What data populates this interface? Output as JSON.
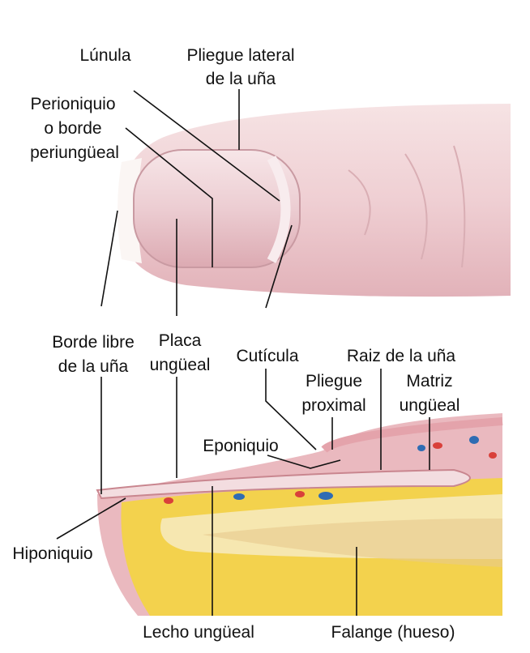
{
  "labels": {
    "lunula": "Lúnula",
    "pliegue_lateral_1": "Pliegue lateral",
    "pliegue_lateral_2": "de la uña",
    "perioniquio_1": "Perioniquio",
    "perioniquio_2": "o borde",
    "perioniquio_3": "periungüeal",
    "borde_libre_1": "Borde libre",
    "borde_libre_2": "de la uña",
    "placa_1": "Placa",
    "placa_2": "ungüeal",
    "cuticula": "Cutícula",
    "raiz": "Raiz de la uña",
    "pliegue_proximal_1": "Pliegue",
    "pliegue_proximal_2": "proximal",
    "matriz_1": "Matriz",
    "matriz_2": "ungüeal",
    "eponiquio": "Eponiquio",
    "hiponiquio": "Hiponiquio",
    "lecho": "Lecho ungüeal",
    "falange": "Falange (hueso)"
  },
  "colors": {
    "skin": "#f0d3d6",
    "nail": "#f3dde0",
    "bone": "#f6e7b0",
    "fat": "#f3d24d",
    "artery": "#d9403a",
    "vein": "#2f6cb3"
  }
}
